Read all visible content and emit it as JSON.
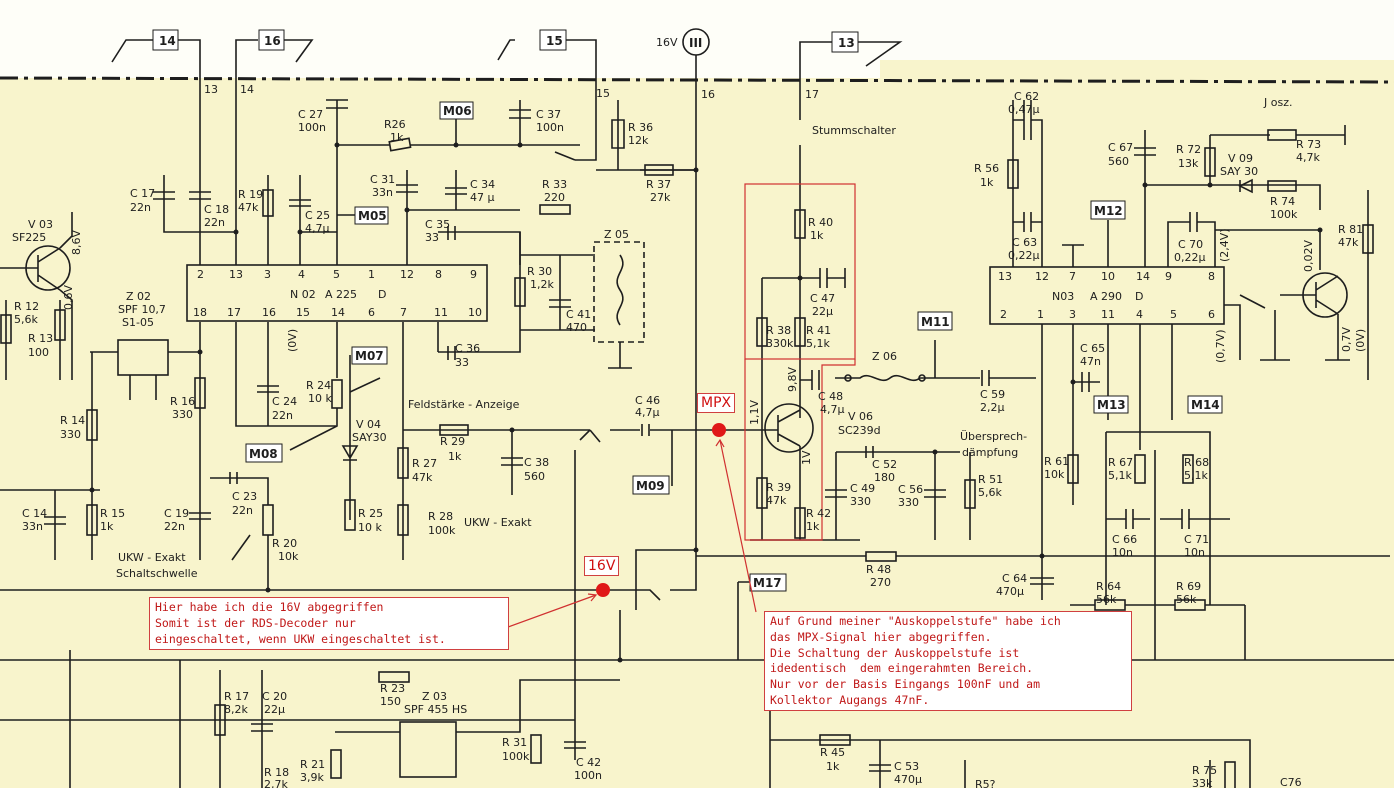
{
  "connectors": [
    "14",
    "16",
    "15",
    "16V",
    "III",
    "13"
  ],
  "pins_top": [
    "13",
    "14",
    "15",
    "16",
    "17"
  ],
  "ics": {
    "n02": {
      "name": "N 02",
      "type": "A 225",
      "suffix": "D",
      "pins_top": [
        "2",
        "13",
        "3",
        "4",
        "5",
        "1",
        "12",
        "8",
        "9"
      ],
      "pins_bottom": [
        "18",
        "17",
        "16",
        "15",
        "14",
        "6",
        "7",
        "11",
        "10"
      ]
    },
    "n03": {
      "name": "N03",
      "type": "A 290",
      "suffix": "D",
      "pins_top": [
        "13",
        "12",
        "7",
        "10",
        "14",
        "9",
        "8"
      ],
      "pins_bottom": [
        "2",
        "1",
        "3",
        "11",
        "4",
        "5",
        "6"
      ]
    }
  },
  "components": {
    "c27": [
      "C 27",
      "100n"
    ],
    "r26": [
      "R26",
      "1k"
    ],
    "m06": "M06",
    "c37": [
      "C 37",
      "100n"
    ],
    "r36": [
      "R 36",
      "12k"
    ],
    "r37": [
      "R 37",
      "27k"
    ],
    "c17": [
      "C 17",
      "22n"
    ],
    "c18": [
      "C 18",
      "22n"
    ],
    "r19": [
      "R 19",
      "47k"
    ],
    "c25": [
      "C 25",
      "4,7μ"
    ],
    "m05": "M05",
    "c31": [
      "C 31",
      "33n"
    ],
    "c34": [
      "C 34",
      "47 μ"
    ],
    "r33": [
      "R 33",
      "220"
    ],
    "c35": [
      "C 35",
      "33"
    ],
    "z05": "Z 05",
    "r30": [
      "R 30",
      "1,2k"
    ],
    "c41": [
      "C 41",
      "470"
    ],
    "v03": [
      "V 03",
      "SF225"
    ],
    "v03_volt": "8,6V",
    "r12": [
      "R 12",
      "5,6k"
    ],
    "r13": [
      "R 13",
      "100"
    ],
    "r13_volt": "0,6V",
    "z02": [
      "Z 02",
      "SPF 10,7",
      "S1-05"
    ],
    "r16": [
      "R 16",
      "330"
    ],
    "c24": [
      "C 24",
      "22n"
    ],
    "zero_v": "(0V)",
    "m07": "M07",
    "c36": [
      "C 36",
      "33"
    ],
    "r24": [
      "R 24",
      "10 k"
    ],
    "feld": "Feldstärke - Anzeige",
    "v04": [
      "V 04",
      "SAY30"
    ],
    "r29": [
      "R 29",
      "1k"
    ],
    "c46": [
      "C 46",
      "4,7μ"
    ],
    "m08": "M08",
    "r14": [
      "R 14",
      "330"
    ],
    "c14": [
      "C 14",
      "33n"
    ],
    "r15": [
      "R 15",
      "1k"
    ],
    "c19": [
      "C 19",
      "22n"
    ],
    "c23": [
      "C 23",
      "22n"
    ],
    "r20": [
      "R 20",
      "10k"
    ],
    "r27": [
      "R 27",
      "47k"
    ],
    "r25": [
      "R 25",
      "10 k"
    ],
    "r28": [
      "R 28",
      "100k"
    ],
    "c38": [
      "C 38",
      "560"
    ],
    "m09": "M09",
    "ukw_exakt": "UKW - Exakt",
    "ukw_schwelle": [
      "UKW - Exakt",
      "Schaltschwelle"
    ],
    "stumm": "Stummschalter",
    "r40": [
      "R 40",
      "1k"
    ],
    "c47": [
      "C 47",
      "22μ"
    ],
    "r38": [
      "R 38",
      "330k"
    ],
    "r41": [
      "R 41",
      "5,1k"
    ],
    "z06": "Z 06",
    "m11": "M11",
    "c48": [
      "C 48",
      "4,7μ"
    ],
    "v06": [
      "V 06",
      "SC239d"
    ],
    "v06_volt": [
      "9,8V",
      "1,1V",
      "1V"
    ],
    "c52": [
      "C 52",
      "180"
    ],
    "c59": [
      "C 59",
      "2,2μ"
    ],
    "c49": [
      "C 49",
      "330"
    ],
    "c56": [
      "C 56",
      "330"
    ],
    "r51": [
      "R 51",
      "5,6k"
    ],
    "r39": [
      "R 39",
      "47k"
    ],
    "r42": [
      "R 42",
      "1k"
    ],
    "uber": [
      "Übersprech-",
      "dämpfung"
    ],
    "r48": [
      "R 48",
      "270"
    ],
    "m17": "M17",
    "c62": [
      "C 62",
      "0,47μ"
    ],
    "r56": [
      "R 56",
      "1k"
    ],
    "c63": [
      "C 63",
      "0,22μ"
    ],
    "m12": "M12",
    "c67": [
      "C 67",
      "560"
    ],
    "r72": [
      "R 72",
      "13k"
    ],
    "v09": [
      "V 09",
      "SAY 30"
    ],
    "r73": [
      "R 73",
      "4,7k"
    ],
    "josz": "J osz.",
    "r74": [
      "R 74",
      "100k"
    ],
    "c70": [
      "C 70",
      "0,22μ"
    ],
    "v12_4": "(2,4V)",
    "r81": [
      "R 81",
      "47k"
    ],
    "v_002": "0,02V",
    "v_07": [
      "0,7V",
      "(0V)"
    ],
    "v_07b": "(0,7V)",
    "c65": [
      "C 65",
      "47n"
    ],
    "m13": "M13",
    "m14": "M14",
    "r61": [
      "R 61",
      "10k"
    ],
    "r67": [
      "R 67",
      "5,1k"
    ],
    "r68": [
      "R 68",
      "5,1k"
    ],
    "c66": [
      "C 66",
      "10n"
    ],
    "c71": [
      "C 71",
      "10n"
    ],
    "c64": [
      "C 64",
      "470μ"
    ],
    "r64": [
      "R 64",
      "56k"
    ],
    "r69": [
      "R 69",
      "56k"
    ],
    "r17": [
      "R 17",
      "8,2k"
    ],
    "c20": [
      "C 20",
      "22μ"
    ],
    "r23": [
      "R 23",
      "150"
    ],
    "z03": [
      "Z 03",
      "SPF 455 HS"
    ],
    "r21": [
      "R 21",
      "3,9k"
    ],
    "r18": [
      "R 18",
      "2,7k"
    ],
    "r31": [
      "R 31",
      "100k"
    ],
    "c42": [
      "C 42",
      "100n"
    ],
    "r45": [
      "R 45",
      "1k"
    ],
    "c53": [
      "C 53",
      "470μ"
    ],
    "r75": [
      "R 75",
      "33k"
    ],
    "c76": "C76",
    "r5x": "R5?"
  },
  "markers": {
    "mpx": "MPX",
    "v16": "16V"
  },
  "notes": {
    "left": [
      "Hier habe ich die 16V abgegriffen",
      "Somit ist der RDS-Decoder nur",
      "eingeschaltet, wenn UKW eingeschaltet ist."
    ],
    "right": [
      "Auf Grund meiner \"Auskoppelstufe\" habe ich",
      "das MPX-Signal hier abgegriffen.",
      "Die Schaltung der Auskoppelstufe ist",
      "idedentisch  dem eingerahmten Bereich.",
      "Nur vor der Basis Eingangs 100nF und am",
      "Kollektor Augangs 47nF."
    ]
  },
  "colors": {
    "paper": "#f8f4cc",
    "ink": "#1e1e1e",
    "annotation": "#d01010"
  }
}
